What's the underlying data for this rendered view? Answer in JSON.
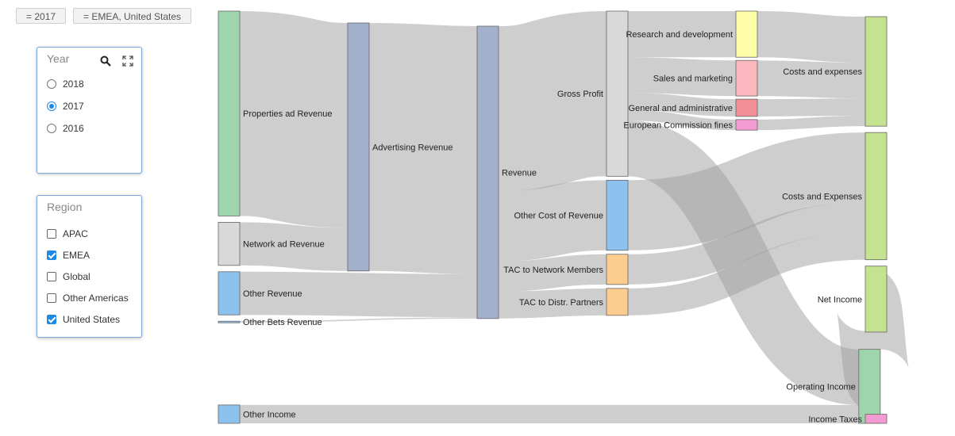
{
  "filters": {
    "year_chip": "= 2017",
    "region_chip": "= EMEA, United States"
  },
  "year_panel": {
    "title": "Year",
    "options": [
      {
        "label": "2018",
        "selected": false
      },
      {
        "label": "2017",
        "selected": true
      },
      {
        "label": "2016",
        "selected": false
      }
    ]
  },
  "region_panel": {
    "title": "Region",
    "options": [
      {
        "label": "APAC",
        "checked": false
      },
      {
        "label": "EMEA",
        "checked": true
      },
      {
        "label": "Global",
        "checked": false
      },
      {
        "label": "Other Americas",
        "checked": false
      },
      {
        "label": "United States",
        "checked": true
      }
    ]
  },
  "icons": {
    "search": "search-icon",
    "expand": "expand-icon"
  },
  "chart_data": {
    "type": "sankey",
    "nodes": [
      {
        "id": "props",
        "label": "Properties ad Revenue",
        "column": 0,
        "value": 95,
        "color": "#9fd5ad"
      },
      {
        "id": "network",
        "label": "Network ad Revenue",
        "column": 0,
        "value": 20,
        "color": "#d9d9d9"
      },
      {
        "id": "other_rev",
        "label": "Other Revenue",
        "column": 0,
        "value": 20,
        "color": "#8ec2ee"
      },
      {
        "id": "bets",
        "label": "Other Bets Revenue",
        "column": 0,
        "value": 0.6,
        "color": "#8ec2ee"
      },
      {
        "id": "other_inc",
        "label": "Other Income",
        "column": 0,
        "value": 8.5,
        "color": "#8ec2ee"
      },
      {
        "id": "advert",
        "label": "Advertising Revenue",
        "column": 1,
        "value": 115,
        "color": "#a4b1cd"
      },
      {
        "id": "revenue",
        "label": "Revenue",
        "column": 2,
        "value": 135.6,
        "color": "#a4b1cd"
      },
      {
        "id": "gross",
        "label": "Gross Profit",
        "column": 3,
        "value": 76.6,
        "color": "#d9d9d9"
      },
      {
        "id": "ocr",
        "label": "Other Cost of Revenue",
        "column": 3,
        "value": 32.5,
        "color": "#8ec2ee"
      },
      {
        "id": "tacnm",
        "label": "TAC to Network Members",
        "column": 3,
        "value": 14,
        "color": "#fdcd8f"
      },
      {
        "id": "tacdp",
        "label": "TAC to Distr. Partners",
        "column": 3,
        "value": 12.5,
        "color": "#fdcd8f"
      },
      {
        "id": "rd",
        "label": "Research and development",
        "column": 4,
        "value": 21.4,
        "color": "#fefea8"
      },
      {
        "id": "sm",
        "label": "Sales and marketing",
        "column": 4,
        "value": 16.5,
        "color": "#fbb8be"
      },
      {
        "id": "ga",
        "label": "General and administrative",
        "column": 4,
        "value": 8,
        "color": "#f28e95"
      },
      {
        "id": "ecf",
        "label": "European Commission fines",
        "column": 4,
        "value": 4.9,
        "color": "#f49ad2"
      },
      {
        "id": "opinc",
        "label": "Operating Income",
        "column": 4.95,
        "value": 34.3,
        "color": "#9fd5ad"
      },
      {
        "id": "cne",
        "label": "Costs and expenses",
        "column": 5,
        "value": 50.8,
        "color": "#c4e28f"
      },
      {
        "id": "cnE",
        "label": "Costs and Expenses",
        "column": 5,
        "value": 59,
        "color": "#c4e28f"
      },
      {
        "id": "net",
        "label": "Net Income",
        "column": 5,
        "value": 30.6,
        "color": "#c4e28f"
      },
      {
        "id": "tax",
        "label": "Income Taxes",
        "column": 5,
        "value": 4.2,
        "color": "#f49ad2"
      }
    ],
    "links": [
      {
        "source": "props",
        "target": "advert",
        "value": 95
      },
      {
        "source": "network",
        "target": "advert",
        "value": 20
      },
      {
        "source": "advert",
        "target": "revenue",
        "value": 115
      },
      {
        "source": "other_rev",
        "target": "revenue",
        "value": 20
      },
      {
        "source": "bets",
        "target": "revenue",
        "value": 0.6
      },
      {
        "source": "revenue",
        "target": "gross",
        "value": 76.6
      },
      {
        "source": "revenue",
        "target": "ocr",
        "value": 32.5
      },
      {
        "source": "revenue",
        "target": "tacnm",
        "value": 14
      },
      {
        "source": "revenue",
        "target": "tacdp",
        "value": 12.5
      },
      {
        "source": "gross",
        "target": "rd",
        "value": 21.4
      },
      {
        "source": "gross",
        "target": "sm",
        "value": 16.5
      },
      {
        "source": "gross",
        "target": "ga",
        "value": 8
      },
      {
        "source": "gross",
        "target": "ecf",
        "value": 4.9
      },
      {
        "source": "gross",
        "target": "opinc",
        "value": 25.8
      },
      {
        "source": "other_inc",
        "target": "opinc",
        "value": 8.5
      },
      {
        "source": "rd",
        "target": "cne",
        "value": 21.4
      },
      {
        "source": "sm",
        "target": "cne",
        "value": 16.5
      },
      {
        "source": "ga",
        "target": "cne",
        "value": 8
      },
      {
        "source": "ecf",
        "target": "cne",
        "value": 4.9
      },
      {
        "source": "ocr",
        "target": "cnE",
        "value": 32.5
      },
      {
        "source": "tacnm",
        "target": "cnE",
        "value": 14
      },
      {
        "source": "tacdp",
        "target": "cnE",
        "value": 12.5
      },
      {
        "source": "opinc",
        "target": "net",
        "value": 30.1
      },
      {
        "source": "opinc",
        "target": "tax",
        "value": 4.2
      }
    ]
  }
}
